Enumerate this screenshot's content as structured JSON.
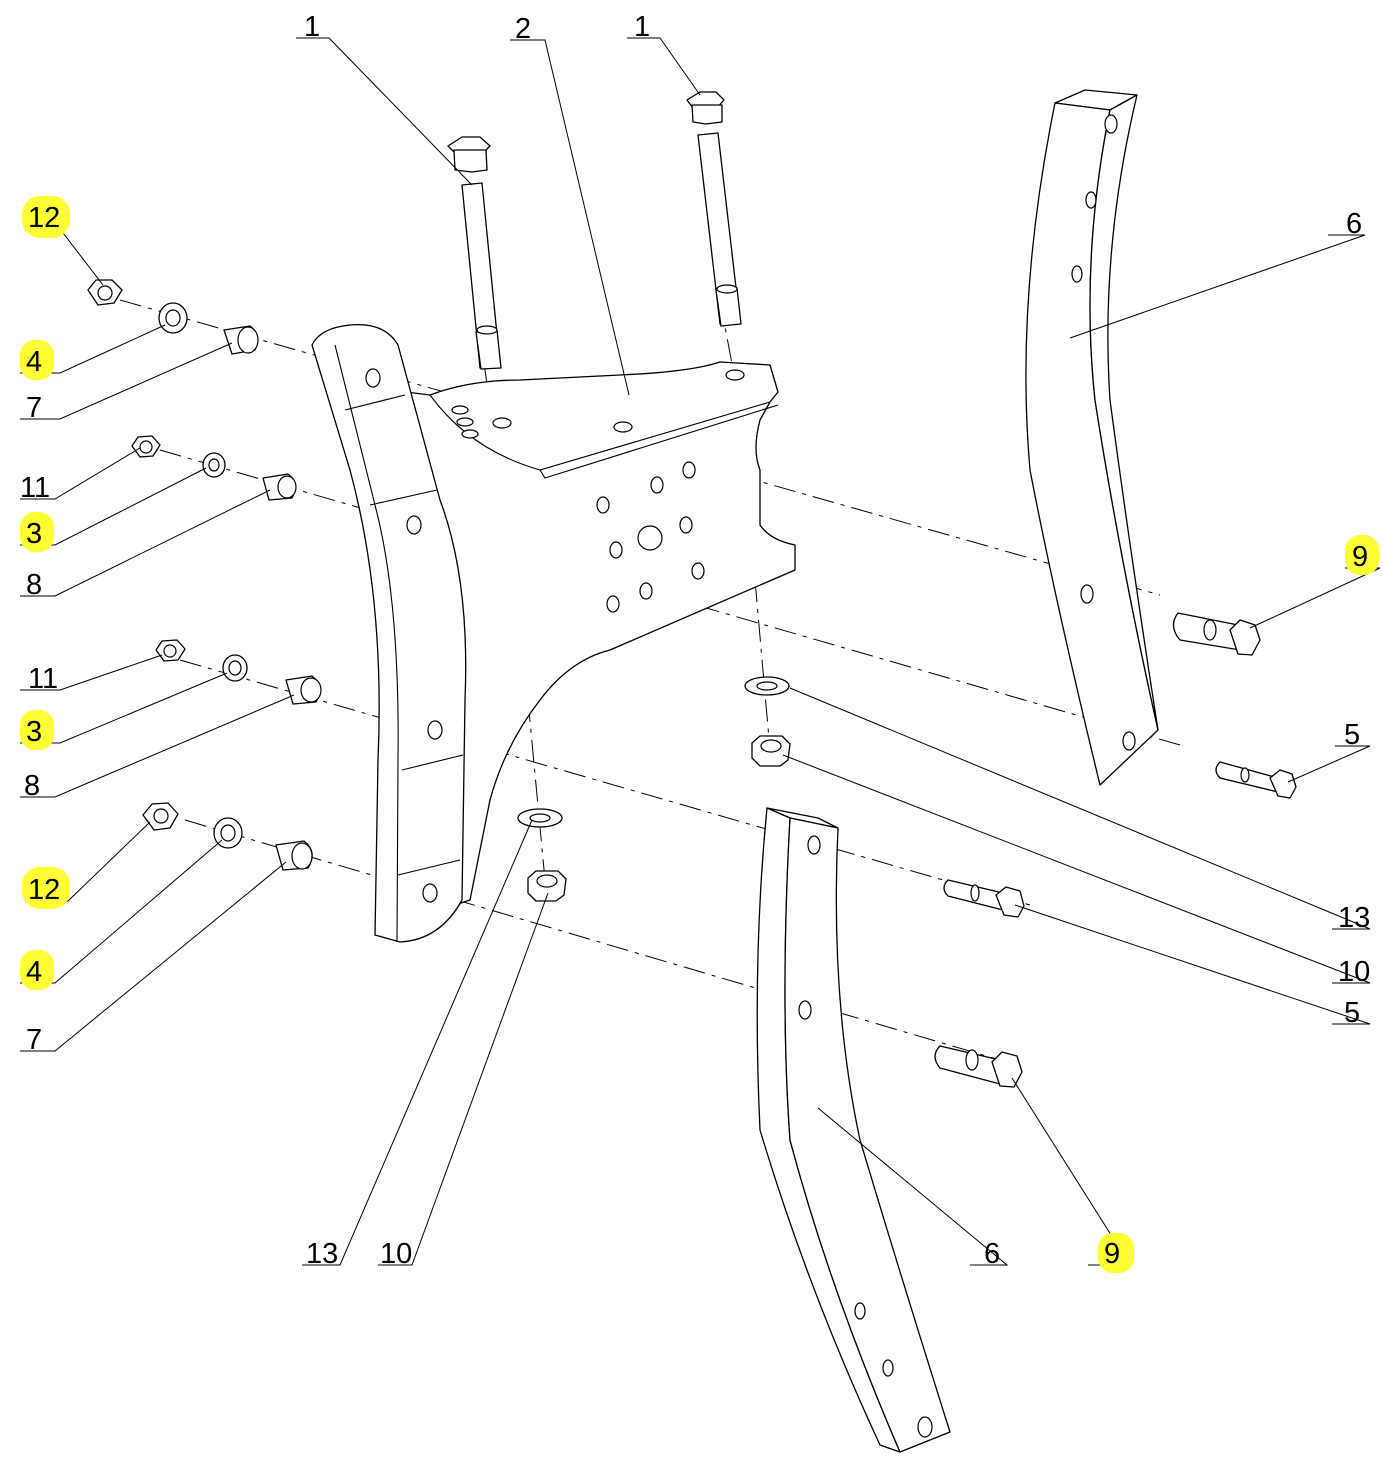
{
  "diagram": {
    "callouts": [
      {
        "number": "1",
        "highlighted": false
      },
      {
        "number": "2",
        "highlighted": false
      },
      {
        "number": "1",
        "highlighted": false
      },
      {
        "number": "6",
        "highlighted": false
      },
      {
        "number": "12",
        "highlighted": true
      },
      {
        "number": "4",
        "highlighted": true
      },
      {
        "number": "7",
        "highlighted": false
      },
      {
        "number": "11",
        "highlighted": false
      },
      {
        "number": "3",
        "highlighted": true
      },
      {
        "number": "8",
        "highlighted": false
      },
      {
        "number": "9",
        "highlighted": true
      },
      {
        "number": "11",
        "highlighted": false
      },
      {
        "number": "3",
        "highlighted": true
      },
      {
        "number": "5",
        "highlighted": false
      },
      {
        "number": "8",
        "highlighted": false
      },
      {
        "number": "12",
        "highlighted": true
      },
      {
        "number": "4",
        "highlighted": true
      },
      {
        "number": "13",
        "highlighted": false
      },
      {
        "number": "10",
        "highlighted": false
      },
      {
        "number": "5",
        "highlighted": false
      },
      {
        "number": "7",
        "highlighted": false
      },
      {
        "number": "13",
        "highlighted": false
      },
      {
        "number": "10",
        "highlighted": false
      },
      {
        "number": "6",
        "highlighted": false
      },
      {
        "number": "9",
        "highlighted": true
      }
    ],
    "colors": {
      "line": "#000000",
      "background": "#ffffff",
      "highlight": "#ffff33"
    }
  }
}
